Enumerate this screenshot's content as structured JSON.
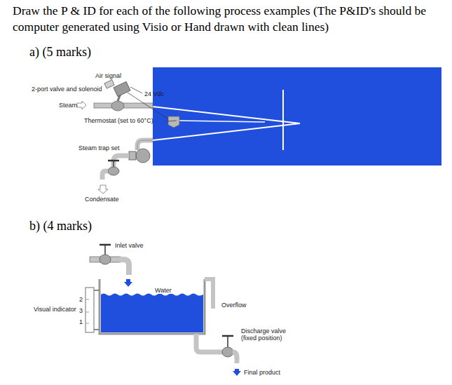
{
  "diagram": {
    "title": "Draw the P & ID for each of the following process examples (The P&ID's should be computer generated using Visio or Hand drawn with clean lines)",
    "nodes": [
      {
        "text": [
          "Water"
        ]
      }
    ],
    "labels": [
      "a) (5 marks)",
      "Air signal",
      "2-port valve and solenoid",
      "24 Vdc",
      "Steam",
      "Thermostat (set to 60°C)",
      "Steam trap set",
      "Condensate",
      "b) (4 marks)",
      "Inlet valve",
      "Visual indicator",
      "2",
      "3",
      "1",
      "Overflow",
      "Discharge valve (fixed position)",
      "Final product"
    ]
  }
}
